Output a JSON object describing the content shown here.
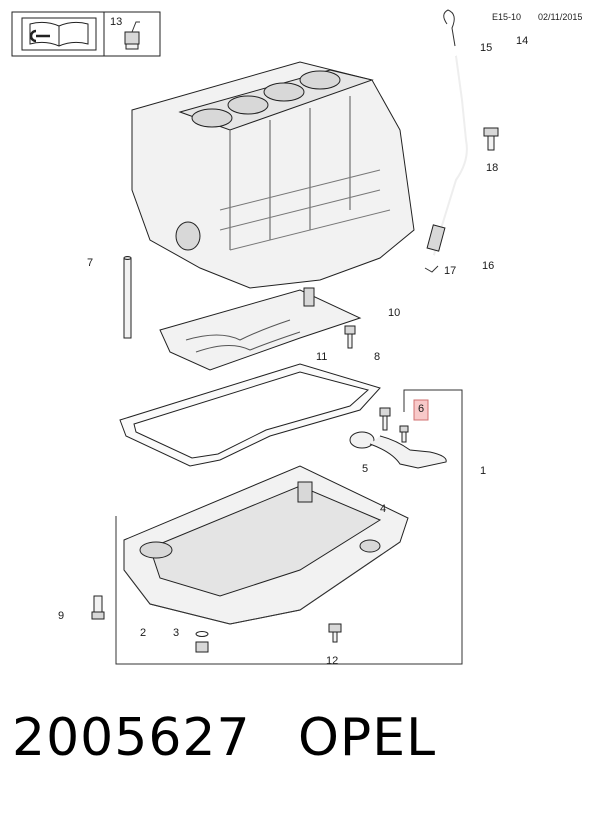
{
  "header": {
    "code": "E15-10",
    "date": "02/11/2015",
    "book_icon": "manual-book-wrench-icon",
    "ref_13": "13"
  },
  "callouts": {
    "c1": "1",
    "c2": "2",
    "c3": "3",
    "c4": "4",
    "c5": "5",
    "c6": "6",
    "c7": "7",
    "c8": "8",
    "c9": "9",
    "c10": "10",
    "c11": "11",
    "c12": "12",
    "c14": "14",
    "c15": "15",
    "c16": "16",
    "c17": "17",
    "c18": "18"
  },
  "highlight_color": "#f8c9c9",
  "footer": {
    "part_number": "2005627",
    "brand": "OPEL"
  }
}
